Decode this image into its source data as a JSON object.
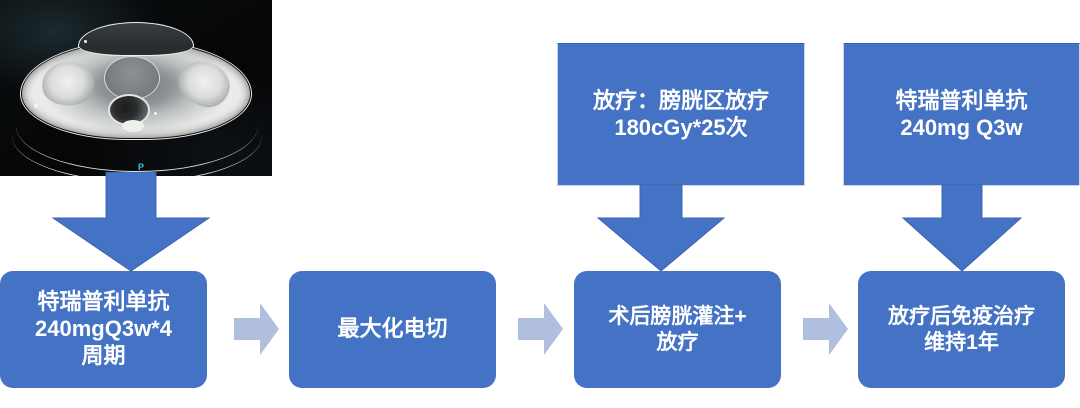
{
  "diagram": {
    "type": "treatment-flowchart",
    "title": "",
    "colors": {
      "node_fill": "#4472c4",
      "node_text": "#ffffff",
      "chevron_arrow": "#b1bfdf",
      "down_arrow": "#4472c4",
      "background": "#ffffff"
    },
    "image": {
      "name": "pelvic-ct-scan",
      "description": "axial contrast CT of the pelvis",
      "marker_label": "P"
    },
    "top_nodes": [
      {
        "id": "radiotherapy",
        "text": "放疗：膀胱区放疗\n180cGy*25次",
        "shape": "rectangle"
      },
      {
        "id": "immunotherapy",
        "text": "特瑞普利单抗\n240mg Q3w",
        "shape": "rectangle"
      }
    ],
    "bottom_nodes": [
      {
        "id": "induction",
        "text": "特瑞普利单抗\n240mgQ3w*4\n周期",
        "shape": "rounded-rectangle"
      },
      {
        "id": "turbt",
        "text": "最大化电切",
        "shape": "rounded-rectangle"
      },
      {
        "id": "postop",
        "text": "术后膀胱灌注+\n放疗",
        "shape": "rounded-rectangle"
      },
      {
        "id": "maintenance",
        "text": "放疗后免疫治疗\n维持1年",
        "shape": "rounded-rectangle"
      }
    ],
    "connectors": [
      {
        "id": "ct-to-induction",
        "kind": "down-arrow"
      },
      {
        "id": "induction-to-turbt",
        "kind": "right-chevron"
      },
      {
        "id": "turbt-to-postop",
        "kind": "right-chevron"
      },
      {
        "id": "radiotherapy-to-postop",
        "kind": "down-arrow"
      },
      {
        "id": "postop-to-maintenance",
        "kind": "right-chevron"
      },
      {
        "id": "immunotherapy-to-maintenance",
        "kind": "down-arrow"
      }
    ]
  }
}
